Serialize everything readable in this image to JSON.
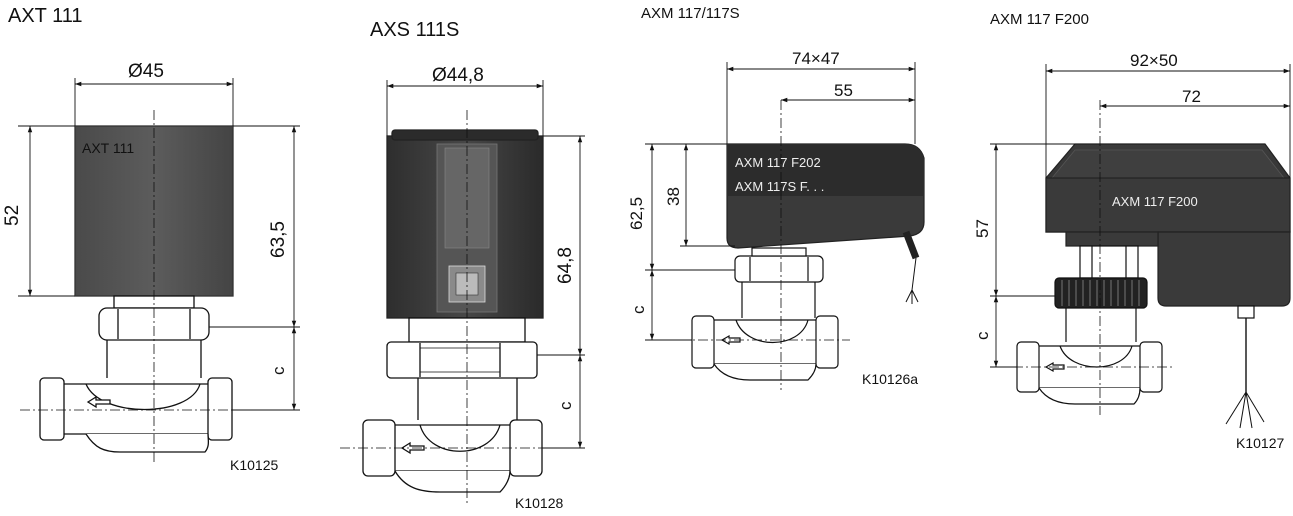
{
  "figures": [
    {
      "model": "AXT 111",
      "body_label": "AXT 111",
      "width_dim": "Ø45",
      "height_dim_actuator": "52",
      "height_dim_total": "63,5",
      "valve_dim": "c",
      "drawing_code": "K10125"
    },
    {
      "model": "AXS 111S",
      "width_dim": "Ø44,8",
      "height_dim_total": "64,8",
      "valve_dim": "c",
      "drawing_code": "K10128"
    },
    {
      "model": "AXM 117/117S",
      "body_label_line1": "AXM 117 F202",
      "body_label_line2": "AXM 117S F. . .",
      "width_dim": "74×47",
      "offset_dim": "55",
      "height_dim_actuator": "38",
      "height_dim_total": "62,5",
      "valve_dim": "c",
      "drawing_code": "K10126a"
    },
    {
      "model": "AXM 117 F200",
      "body_label": "AXM 117 F200",
      "width_dim": "92×50",
      "offset_dim": "72",
      "height_dim_total": "57",
      "valve_dim": "c",
      "drawing_code": "K10127"
    }
  ]
}
